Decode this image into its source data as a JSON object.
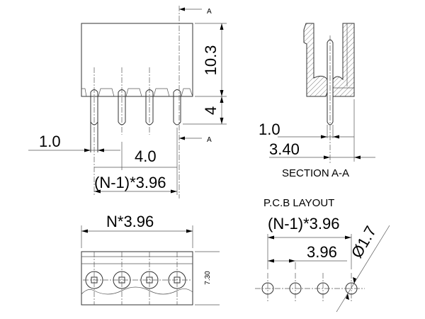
{
  "front_view": {
    "section_mark": "A",
    "height_body": "10.3",
    "height_pin": "4",
    "pin_width": "1.0",
    "offset": "4.0",
    "pitch_total": "(N-1)*3.96"
  },
  "section_view": {
    "pin_width": "1.0",
    "depth": "3.40",
    "title": "SECTION A-A"
  },
  "bottom_view": {
    "length": "N*3.96",
    "width": "7.30"
  },
  "pcb_layout": {
    "title": "P.C.B LAYOUT",
    "pitch_total": "(N-1)*3.96",
    "pitch": "3.96",
    "hole_diameter": "Ø1.7"
  },
  "colors": {
    "line": "#333333",
    "background": "#ffffff"
  }
}
